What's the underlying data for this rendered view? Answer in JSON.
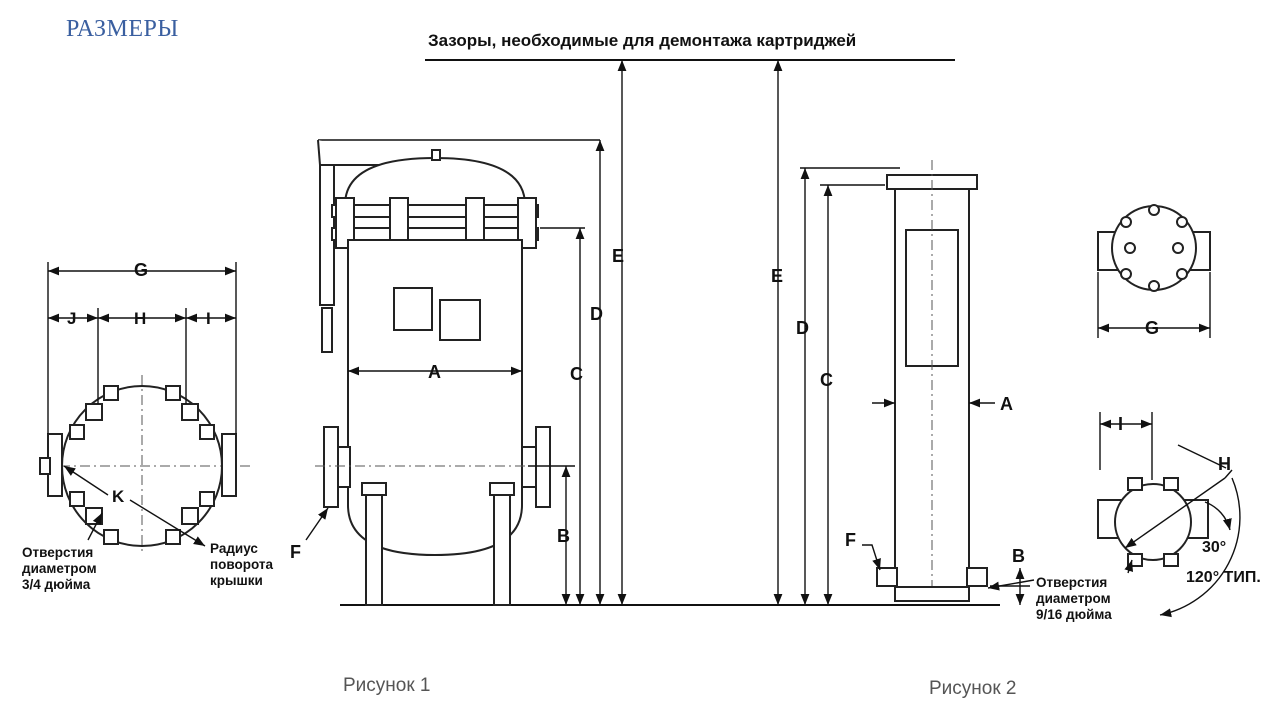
{
  "header": {
    "title": "РАЗМЕРЫ",
    "clearance_note": "Зазоры, необходимые для демонтажа картриджей"
  },
  "figure1": {
    "caption": "Рисунок 1",
    "dims": {
      "a": "A",
      "b": "B",
      "c": "C",
      "d": "D",
      "e": "E",
      "f": "F",
      "g": "G",
      "h": "H",
      "i": "I",
      "j": "J",
      "k": "K"
    },
    "holes_note": [
      "Отверстия",
      "диаметром",
      "3/4 дюйма"
    ],
    "radius_note": [
      "Радиус",
      "поворота",
      "крышки"
    ]
  },
  "figure2": {
    "caption": "Рисунок 2",
    "dims": {
      "a": "A",
      "b": "B",
      "c": "C",
      "d": "D",
      "e": "E",
      "f": "F",
      "g": "G",
      "h": "H",
      "i": "I"
    },
    "holes_note": [
      "Отверстия",
      "диаметром",
      "9/16 дюйма"
    ],
    "angle_30": "30°",
    "angle_120": "120° ТИП."
  },
  "colors": {
    "title": "#3a5fa0",
    "line": "#111111",
    "caption": "#555555"
  }
}
